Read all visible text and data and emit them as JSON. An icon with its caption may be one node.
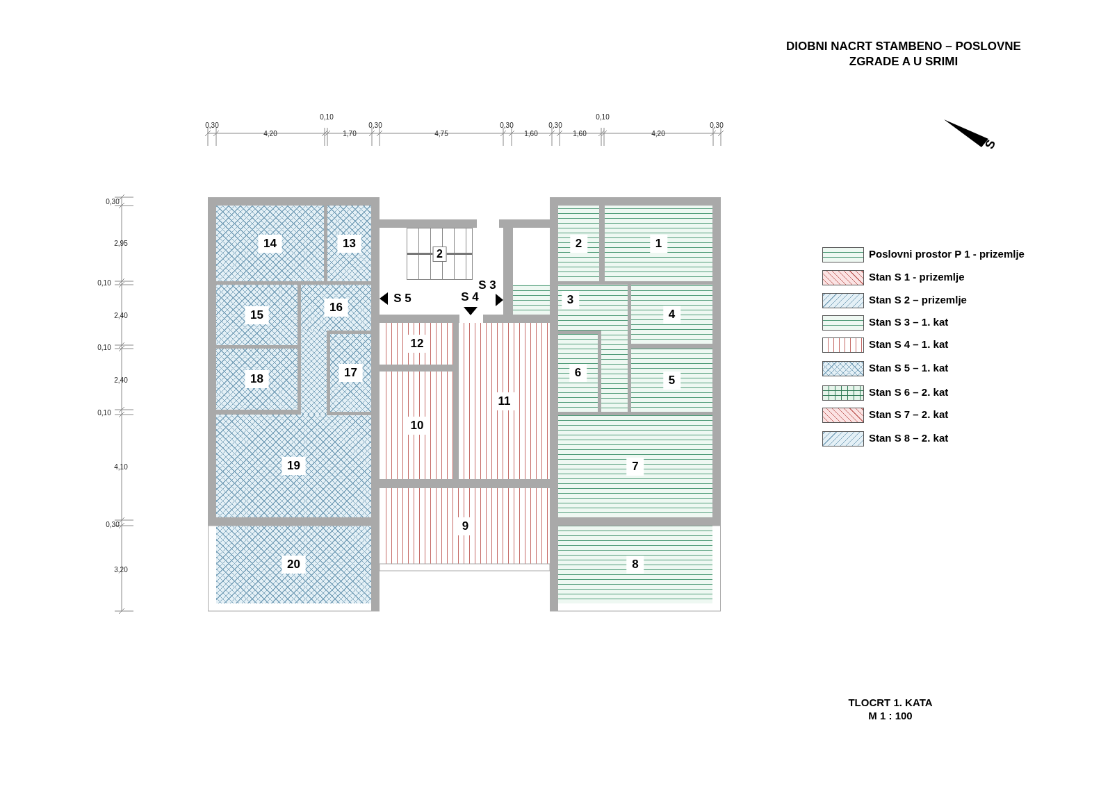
{
  "diagram": {
    "title": "DIOBNI NACRT STAMBENO – POSLOVNE ZGRADE A U SRIMI",
    "nodes": [
      {
        "text": [
          "14"
        ]
      },
      {
        "text": [
          "13"
        ]
      },
      {
        "text": [
          "15"
        ]
      },
      {
        "text": [
          "16"
        ]
      },
      {
        "text": [
          "17"
        ]
      },
      {
        "text": [
          "18"
        ]
      },
      {
        "text": [
          "19"
        ]
      },
      {
        "text": [
          "20"
        ]
      },
      {
        "text": [
          "2"
        ]
      },
      {
        "text": [
          "12"
        ]
      },
      {
        "text": [
          "10"
        ]
      },
      {
        "text": [
          "11"
        ]
      },
      {
        "text": [
          "9"
        ]
      },
      {
        "text": [
          "2"
        ]
      },
      {
        "text": [
          "1"
        ]
      },
      {
        "text": [
          "3"
        ]
      },
      {
        "text": [
          "4"
        ]
      },
      {
        "text": [
          "6"
        ]
      },
      {
        "text": [
          "5"
        ]
      },
      {
        "text": [
          "7"
        ]
      },
      {
        "text": [
          "8"
        ]
      }
    ],
    "edges": [],
    "labels": [
      "0,30",
      "4,20",
      "0,10",
      "1,70",
      "0,30",
      "4,75",
      "0,30",
      "1,60",
      "0,30",
      "1,60",
      "0,10",
      "4,20",
      "0,30",
      "S",
      "0,30",
      "2,95",
      "0,10",
      "2,40",
      "0,10",
      "2,40",
      "0,10",
      "4,10",
      "0,30",
      "3,20",
      "S 3",
      "S 5",
      "S 4",
      "TLOCRT 1. KATA",
      "M 1 : 100"
    ],
    "legend": [
      {
        "text": "Poslovni prostor P 1 - prizemlje"
      },
      {
        "text": "Stan S 1 - prizemlje"
      },
      {
        "text": "Stan S 2 – prizemlje"
      },
      {
        "text": "Stan S 3 – 1. kat"
      },
      {
        "text": "Stan S 4 – 1. kat"
      },
      {
        "text": "Stan S 5 – 1. kat"
      },
      {
        "text": "Stan S 6 – 2. kat"
      },
      {
        "text": "Stan S 7 – 2. kat"
      },
      {
        "text": "Stan S 8 – 2. kat"
      }
    ]
  }
}
